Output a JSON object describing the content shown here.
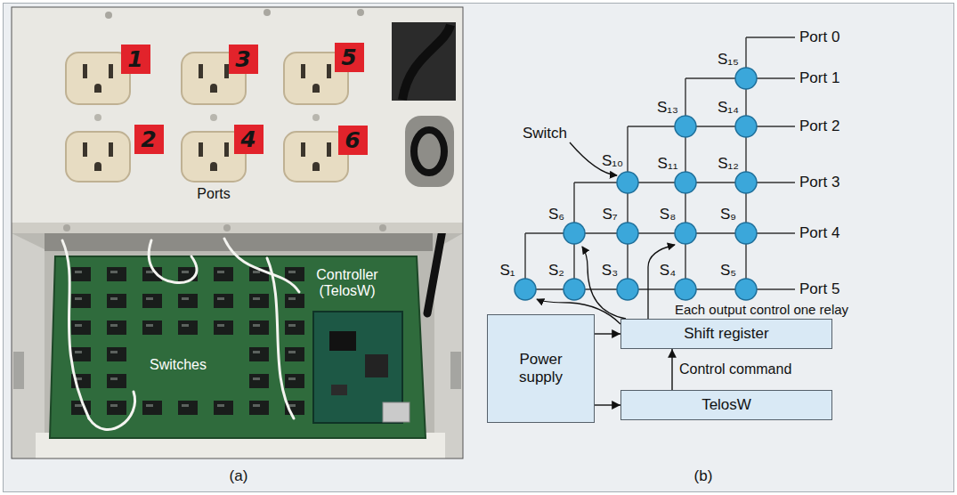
{
  "diagram": {
    "nodes": [
      {
        "text": [
          "1"
        ]
      },
      {
        "text": [
          "3"
        ]
      },
      {
        "text": [
          "5"
        ]
      },
      {
        "text": [
          "2"
        ]
      },
      {
        "text": [
          "4"
        ]
      },
      {
        "text": [
          "6"
        ]
      },
      {
        "text": [
          "Shift register"
        ]
      },
      {
        "text": [
          "Power supply"
        ]
      },
      {
        "text": [
          "TelosW"
        ]
      }
    ],
    "edges": [
      {
        "from": 7,
        "to": 6,
        "arrow": "to"
      },
      {
        "from": 7,
        "to": 8,
        "arrow": "to"
      },
      {
        "from": 8,
        "to": 6,
        "label": "Control command",
        "arrow": "to"
      }
    ],
    "labels": [
      "Ports",
      "Switches",
      "Controller (TelosW)",
      "(a)",
      "Port 0",
      "Port 1",
      "Port 2",
      "Port 3",
      "Port 4",
      "Port 5",
      "S₁₅",
      "S₁₃",
      "S₁₄",
      "Switch",
      "S₁₀",
      "S₁₁",
      "S₁₂",
      "S₆",
      "S₇",
      "S₈",
      "S₉",
      "S₁",
      "S₂",
      "S₃",
      "S₄",
      "S₅",
      "Each output control one relay",
      "(b)"
    ]
  }
}
